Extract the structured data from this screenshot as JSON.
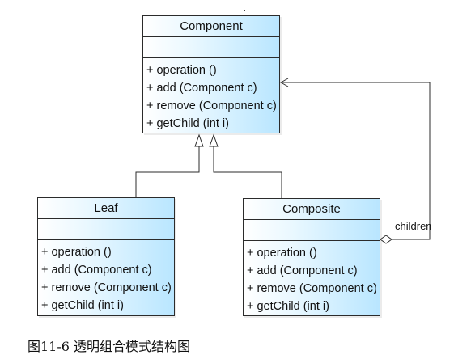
{
  "classes": {
    "component": {
      "name": "Component",
      "operations": [
        "+ operation ()",
        "+ add (Component c)",
        "+ remove (Component c)",
        "+ getChild (int i)"
      ]
    },
    "leaf": {
      "name": "Leaf",
      "operations": [
        "+ operation ()",
        "+ add (Component c)",
        "+ remove (Component c)",
        "+ getChild (int i)"
      ]
    },
    "composite": {
      "name": "Composite",
      "operations": [
        "+ operation ()",
        "+ add (Component c)",
        "+ remove (Component c)",
        "+ getChild (int i)"
      ]
    }
  },
  "association": {
    "label": "children"
  },
  "caption": "图11-6 透明组合模式结构图",
  "colors": {
    "class_fill_start": "#ffffff",
    "class_fill_end": "#b9e6ff",
    "line": "#2b2b2b"
  }
}
